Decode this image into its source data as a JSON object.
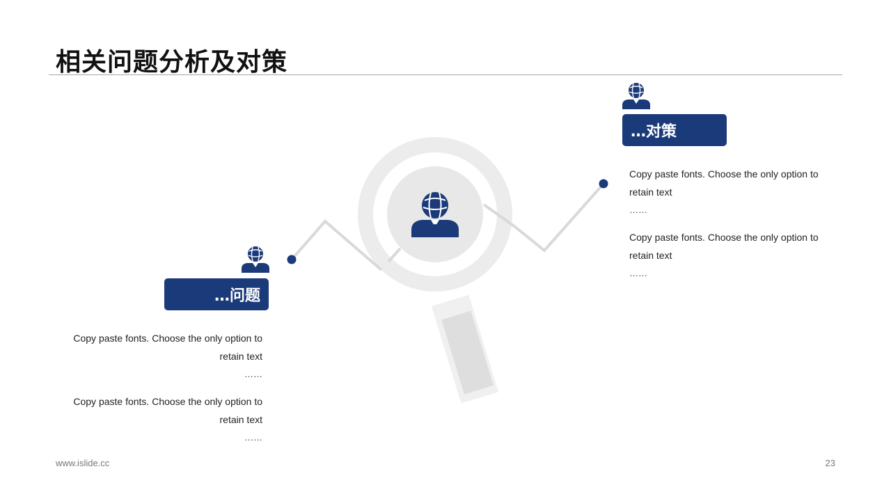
{
  "slide": {
    "title": "相关问题分析及对策",
    "colors": {
      "accent": "#1b3a7a",
      "rule": "#a6a6a6",
      "line": "#d9d9d9",
      "magnifier": "#ededed"
    }
  },
  "problem": {
    "label": "…问题",
    "icon": "person-globe-icon",
    "paragraphs": [
      {
        "text": "Copy paste fonts. Choose  the only option to retain text",
        "ellipsis": "……"
      },
      {
        "text": "Copy paste fonts. Choose  the only option to retain text",
        "ellipsis": "……"
      }
    ]
  },
  "solution": {
    "label": "…对策",
    "icon": "person-globe-icon",
    "paragraphs": [
      {
        "text": "Copy paste fonts. Choose  the only option to retain text",
        "ellipsis": "……"
      },
      {
        "text": "Copy paste fonts. Choose  the only option to retain text",
        "ellipsis": "……"
      }
    ]
  },
  "center": {
    "icon": "magnifier-icon"
  },
  "footer": {
    "website": "www.islide.cc",
    "page_number": "23"
  }
}
